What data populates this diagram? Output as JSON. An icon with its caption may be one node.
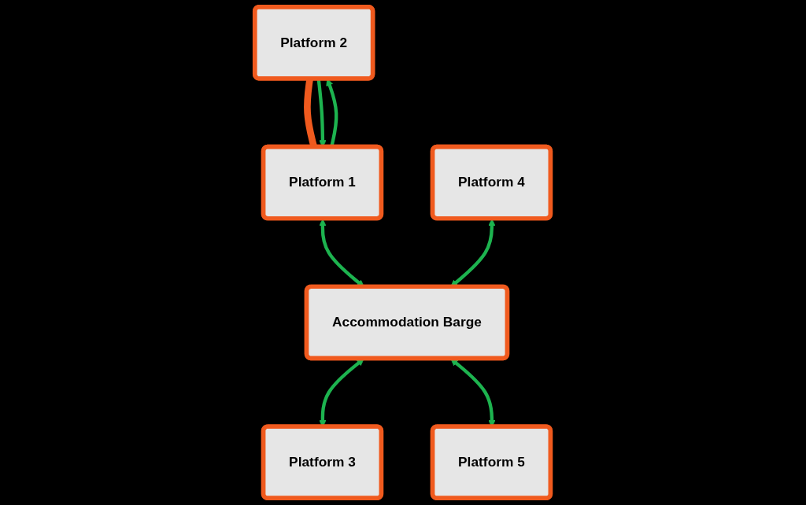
{
  "diagram": {
    "nodes": [
      {
        "text": [
          "Platform 2"
        ]
      },
      {
        "text": [
          "Platform 1"
        ]
      },
      {
        "text": [
          "Platform 3"
        ]
      },
      {
        "text": [
          "Platform 4"
        ]
      },
      {
        "text": [
          "Accommodation Barge"
        ]
      },
      {
        "text": [
          "Platform 5"
        ]
      }
    ],
    "edges": [
      {
        "from": 0,
        "to": 1,
        "arrow": "none",
        "style": "thick",
        "color": "#f05a1e"
      },
      {
        "from": 0,
        "to": 1,
        "arrow": "to"
      },
      {
        "from": 1,
        "to": 0,
        "arrow": "to"
      },
      {
        "from": 1,
        "to": 4,
        "arrow": "both"
      },
      {
        "from": 4,
        "to": 2,
        "arrow": "both"
      },
      {
        "from": 3,
        "to": 4,
        "arrow": "both"
      },
      {
        "from": 4,
        "to": 5,
        "arrow": "both"
      }
    ]
  }
}
